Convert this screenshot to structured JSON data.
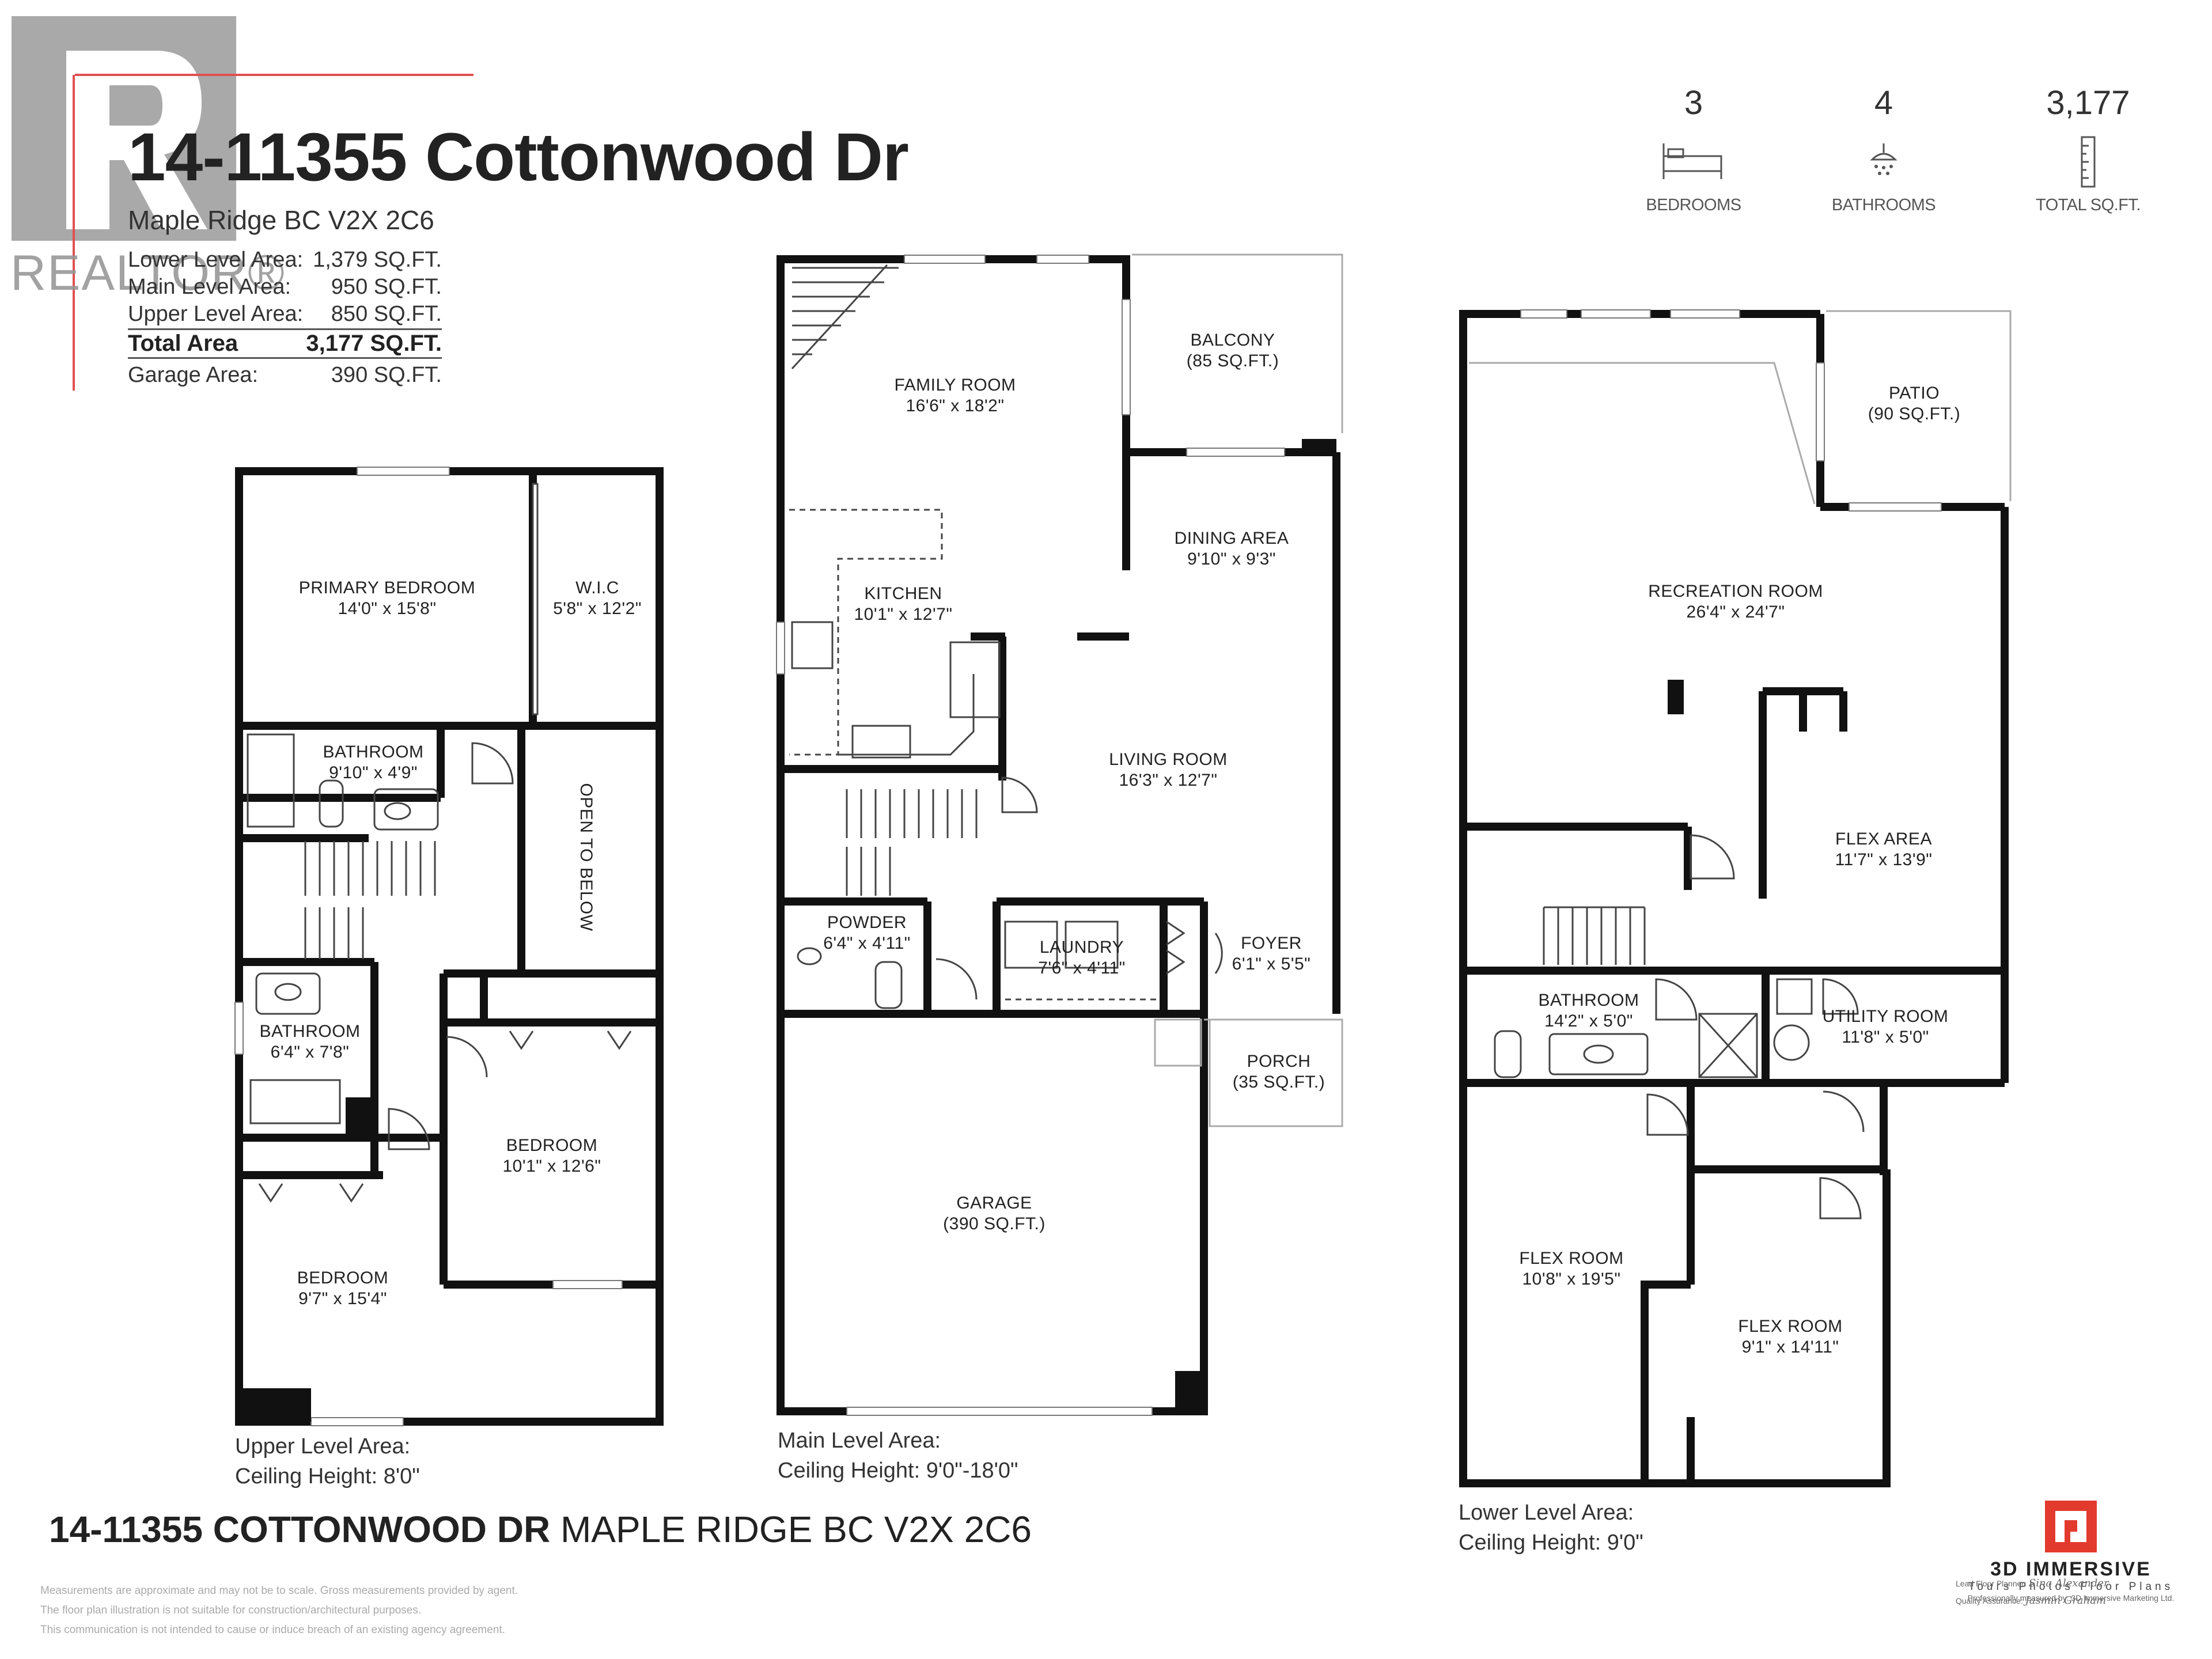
{
  "header": {
    "title": "14-11355 Cottonwood Dr",
    "address": "Maple Ridge BC V2X 2C6",
    "watermark": "REALTOR®"
  },
  "areas": [
    {
      "label": "Lower Level Area:",
      "value": "1,379 SQ.FT."
    },
    {
      "label": "Main Level Area:",
      "value": "950 SQ.FT."
    },
    {
      "label": "Upper Level Area:",
      "value": "850 SQ.FT."
    },
    {
      "label": "Total Area",
      "value": "3,177 SQ.FT."
    },
    {
      "label": "Garage Area:",
      "value": "390 SQ.FT."
    }
  ],
  "stats": [
    {
      "value": "3",
      "label": "BEDROOMS",
      "icon": "bed-icon"
    },
    {
      "value": "4",
      "label": "BATHROOMS",
      "icon": "shower-icon"
    },
    {
      "value": "3,177",
      "label": "TOTAL SQ.FT.",
      "icon": "ruler-icon"
    }
  ],
  "upper": {
    "caption_area": "Upper Level Area:",
    "caption_ceiling": "Ceiling Height: 8'0\"",
    "rooms": {
      "primary_bedroom": [
        "PRIMARY BEDROOM",
        "14'0\" x 15'8\""
      ],
      "wic": [
        "W.I.C",
        "5'8\" x 12'2\""
      ],
      "bathroom1": [
        "BATHROOM",
        "9'10\" x 4'9\""
      ],
      "open": "OPEN TO BELOW",
      "bathroom2": [
        "BATHROOM",
        "6'4\" x 7'8\""
      ],
      "bedroom2": [
        "BEDROOM",
        "10'1\" x 12'6\""
      ],
      "bedroom3": [
        "BEDROOM",
        "9'7\" x 15'4\""
      ]
    }
  },
  "main": {
    "caption_area": "Main Level Area:",
    "caption_ceiling": "Ceiling Height: 9'0\"-18'0\"",
    "rooms": {
      "family": [
        "FAMILY ROOM",
        "16'6\" x 18'2\""
      ],
      "balcony": [
        "BALCONY",
        "(85 SQ.FT.)"
      ],
      "dining": [
        "DINING AREA",
        "9'10\" x 9'3\""
      ],
      "kitchen": [
        "KITCHEN",
        "10'1\" x 12'7\""
      ],
      "living": [
        "LIVING ROOM",
        "16'3\" x 12'7\""
      ],
      "powder": [
        "POWDER",
        "6'4\" x 4'11\""
      ],
      "laundry": [
        "LAUNDRY",
        "7'6\" x 4'11\""
      ],
      "foyer": [
        "FOYER",
        "6'1\" x 5'5\""
      ],
      "porch": [
        "PORCH",
        "(35 SQ.FT.)"
      ],
      "garage": [
        "GARAGE",
        "(390 SQ.FT.)"
      ]
    }
  },
  "lower": {
    "caption_area": "Lower Level Area:",
    "caption_ceiling": "Ceiling Height: 9'0\"",
    "rooms": {
      "patio": [
        "PATIO",
        "(90 SQ.FT.)"
      ],
      "recreation": [
        "RECREATION ROOM",
        "26'4\" x 24'7\""
      ],
      "flex_area": [
        "FLEX AREA",
        "11'7\" x 13'9\""
      ],
      "bathroom": [
        "BATHROOM",
        "14'2\" x 5'0\""
      ],
      "utility": [
        "UTILITY ROOM",
        "11'8\" x 5'0\""
      ],
      "flex1": [
        "FLEX ROOM",
        "10'8\" x 19'5\""
      ],
      "flex2": [
        "FLEX ROOM",
        "9'1\" x 14'11\""
      ]
    }
  },
  "footer": {
    "street": "14-11355 COTTONWOOD DR",
    "city": "MAPLE RIDGE BC V2X 2C6",
    "disclaimer": [
      "Measurements are approximate and may not be to scale. Gross measurements provided by agent.",
      "The floor plan illustration is not suitable for construction/architectural purposes.",
      "This communication is not intended to cause or induce breach of an existing agency agreement."
    ]
  },
  "brand": {
    "name": "3D IMMERSIVE",
    "tagline": "Tours  Photos  Floor Plans",
    "credit": "Professionally measured by: 3D Immersive Marketing Ltd.",
    "lead_label": "Lead Floor Planner:",
    "lead_sig": "Sina Alexander",
    "qa_label": "Quality Assurance:",
    "qa_sig": "Jasmin Graham",
    "accent": "#e23b2e"
  }
}
